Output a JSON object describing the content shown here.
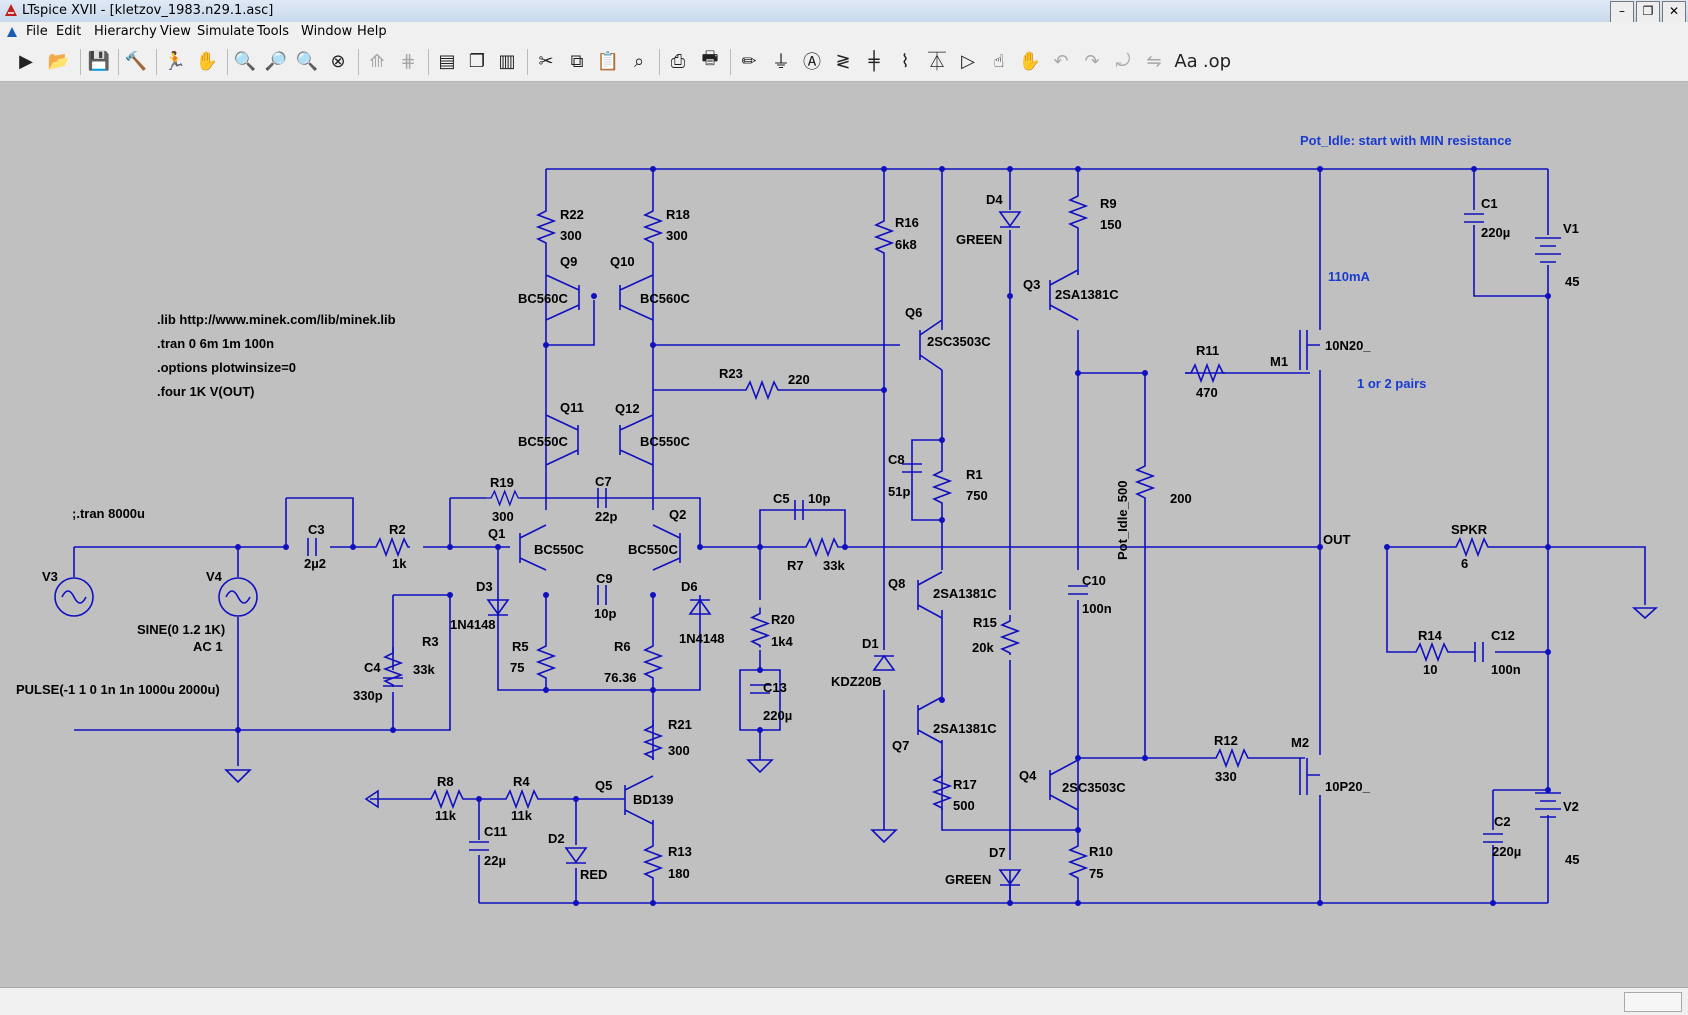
{
  "window": {
    "title": "LTspice XVII - [kletzov_1983.n29.1.asc]"
  },
  "menu": [
    "File",
    "Edit",
    "Hierarchy",
    "View",
    "Simulate",
    "Tools",
    "Window",
    "Help"
  ],
  "colors": {
    "wire": "#1010c0",
    "background": "#c0c0c0",
    "text": "#000000",
    "note": "#1a3ad0"
  },
  "directives": [
    ".lib http://www.minek.com/lib/minek.lib",
    ".tran 0 6m 1m 100n",
    ".options plotwinsize=0",
    ".four 1K V(OUT)"
  ],
  "comment_tran": ";.tran 8000u",
  "notes": {
    "pot_idle": "Pot_Idle: start with MIN resistance",
    "current": "110mA",
    "pairs": "1 or 2 pairs"
  },
  "nets": {
    "out": "OUT"
  },
  "sources": {
    "v3": {
      "name": "V3",
      "value": "PULSE(-1 1 0 1n 1n 1000u 2000u)"
    },
    "v4": {
      "name": "V4",
      "value1": "SINE(0 1.2 1K)",
      "value2": "AC 1"
    },
    "v1": {
      "name": "V1",
      "value": "45"
    },
    "v2": {
      "name": "V2",
      "value": "45"
    }
  },
  "components": [
    {
      "ref": "R22",
      "value": "300"
    },
    {
      "ref": "R18",
      "value": "300"
    },
    {
      "ref": "Q9",
      "value": "BC560C"
    },
    {
      "ref": "Q10",
      "value": "BC560C"
    },
    {
      "ref": "R16",
      "value": "6k8"
    },
    {
      "ref": "D4",
      "value": "GREEN"
    },
    {
      "ref": "R9",
      "value": "150"
    },
    {
      "ref": "C1",
      "value": "220µ"
    },
    {
      "ref": "Q3",
      "value": "2SA1381C"
    },
    {
      "ref": "Q6",
      "value": "2SC3503C"
    },
    {
      "ref": "M1",
      "value": "10N20_"
    },
    {
      "ref": "R11",
      "value": "470"
    },
    {
      "ref": "R23",
      "value": "220"
    },
    {
      "ref": "Q11",
      "value": "BC550C"
    },
    {
      "ref": "Q12",
      "value": "BC550C"
    },
    {
      "ref": "C8",
      "value": "51p"
    },
    {
      "ref": "R1",
      "value": "750"
    },
    {
      "ref": "Pot_Idle_500",
      "value": "200"
    },
    {
      "ref": "R19",
      "value": "300"
    },
    {
      "ref": "C7",
      "value": "22p"
    },
    {
      "ref": "C5",
      "value": "10p"
    },
    {
      "ref": "C3",
      "value": "2µ2"
    },
    {
      "ref": "R2",
      "value": "1k"
    },
    {
      "ref": "Q1",
      "value": "BC550C"
    },
    {
      "ref": "Q2",
      "value": "BC550C"
    },
    {
      "ref": "R7",
      "value": "33k"
    },
    {
      "ref": "SPKR",
      "value": "6"
    },
    {
      "ref": "C10",
      "value": "100n"
    },
    {
      "ref": "Q8",
      "value": "2SA1381C"
    },
    {
      "ref": "D3",
      "value": "1N4148"
    },
    {
      "ref": "C9",
      "value": "10p"
    },
    {
      "ref": "D6",
      "value": "1N4148"
    },
    {
      "ref": "R20",
      "value": "1k4"
    },
    {
      "ref": "R15",
      "value": "20k"
    },
    {
      "ref": "R3",
      "value": "33k"
    },
    {
      "ref": "R5",
      "value": "75"
    },
    {
      "ref": "R6",
      "value": "76.36"
    },
    {
      "ref": "C4",
      "value": "330p"
    },
    {
      "ref": "D1",
      "value": "KDZ20B"
    },
    {
      "ref": "C13",
      "value": "220µ"
    },
    {
      "ref": "R14",
      "value": "10"
    },
    {
      "ref": "C12",
      "value": "100n"
    },
    {
      "ref": "R21",
      "value": "300"
    },
    {
      "ref": "Q7",
      "value": "2SA1381C"
    },
    {
      "ref": "R12",
      "value": "330"
    },
    {
      "ref": "M2",
      "value": "10P20_"
    },
    {
      "ref": "R8",
      "value": "11k"
    },
    {
      "ref": "R4",
      "value": "11k"
    },
    {
      "ref": "Q5",
      "value": "BD139"
    },
    {
      "ref": "R17",
      "value": "500"
    },
    {
      "ref": "Q4",
      "value": "2SC3503C"
    },
    {
      "ref": "C2",
      "value": "220µ"
    },
    {
      "ref": "C11",
      "value": "22µ"
    },
    {
      "ref": "D2",
      "value": "RED"
    },
    {
      "ref": "R13",
      "value": "180"
    },
    {
      "ref": "D7",
      "value": "GREEN"
    },
    {
      "ref": "R10",
      "value": "75"
    }
  ]
}
